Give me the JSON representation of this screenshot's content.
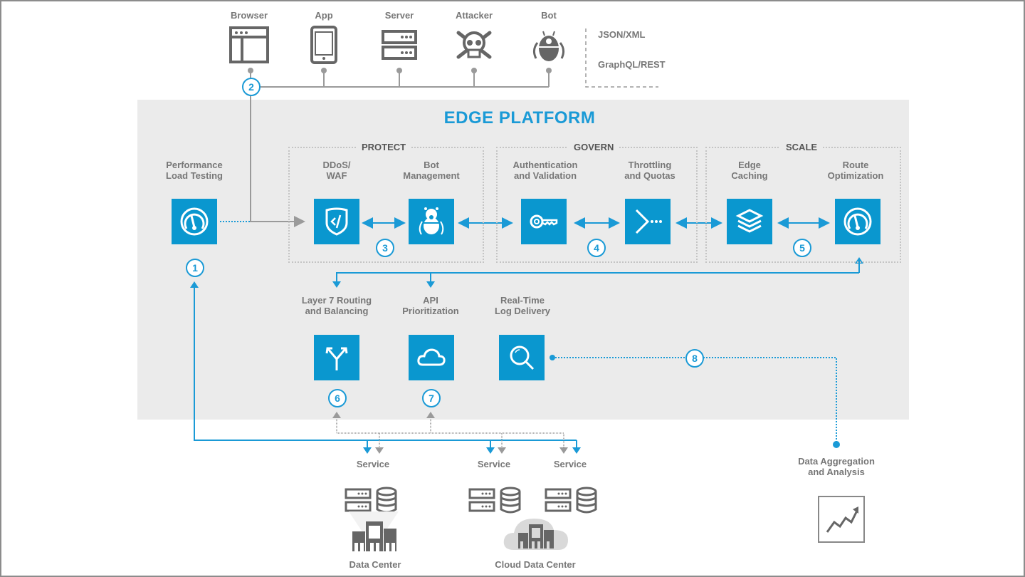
{
  "title": "EDGE PLATFORM",
  "clients": [
    {
      "label": "Browser",
      "icon": "browser-window-icon"
    },
    {
      "label": "App",
      "icon": "mobile-device-icon"
    },
    {
      "label": "Server",
      "icon": "server-icon"
    },
    {
      "label": "Attacker",
      "icon": "skull-crossbones-icon"
    },
    {
      "label": "Bot",
      "icon": "bot-icon"
    }
  ],
  "formats": [
    "JSON/XML",
    "GraphQL/REST"
  ],
  "groups": {
    "protect": "PROTECT",
    "govern": "GOVERN",
    "scale": "SCALE"
  },
  "nodes": {
    "load_testing": {
      "label_1": "Performance",
      "label_2": "Load Testing",
      "step": "1"
    },
    "ddos_waf": {
      "label_1": "DDoS/",
      "label_2": "WAF"
    },
    "bot_mgmt": {
      "label_1": "Bot",
      "label_2": "Management"
    },
    "auth": {
      "label_1": "Authentication",
      "label_2": "and Validation"
    },
    "throttling": {
      "label_1": "Throttling",
      "label_2": "and Quotas"
    },
    "edge_caching": {
      "label_1": "Edge",
      "label_2": "Caching"
    },
    "route_opt": {
      "label_1": "Route",
      "label_2": "Optimization"
    },
    "layer7": {
      "label_1": "Layer 7 Routing",
      "label_2": "and Balancing",
      "step": "6"
    },
    "api_prio": {
      "label_1": "API",
      "label_2": "Prioritization",
      "step": "7"
    },
    "log_delivery": {
      "label_1": "Real-Time",
      "label_2": "Log Delivery"
    }
  },
  "steps": {
    "s2": "2",
    "s3": "3",
    "s4": "4",
    "s5": "5",
    "s8": "8"
  },
  "services": [
    "Service",
    "Service",
    "Service"
  ],
  "datacenters": {
    "onprem": "Data Center",
    "cloud": "Cloud Data Center"
  },
  "analysis": {
    "label_1": "Data Aggregation",
    "label_2": "and Analysis"
  },
  "colors": {
    "accent": "#0a97cf",
    "line_blue": "#1a9ad6",
    "line_gray": "#9a9a9a",
    "text_gray": "#777777",
    "platform_bg": "#ebebeb"
  }
}
